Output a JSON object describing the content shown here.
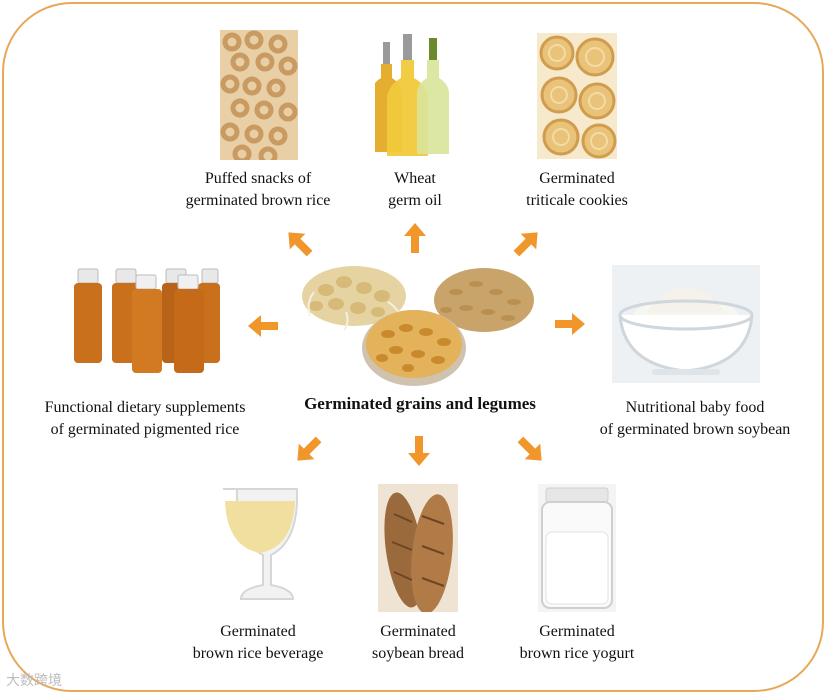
{
  "center": {
    "title": "Germinated grains and legumes"
  },
  "products": [
    {
      "line1": "Puffed snacks of",
      "line2": "germinated brown rice"
    },
    {
      "line1": "Wheat",
      "line2": "germ oil"
    },
    {
      "line1": "Germinated",
      "line2": "triticale cookies"
    },
    {
      "line1": "Functional dietary supplements",
      "line2": "of germinated pigmented rice"
    },
    {
      "line1": "Nutritional baby food",
      "line2": "of germinated brown soybean"
    },
    {
      "line1": "Germinated",
      "line2": "brown rice beverage"
    },
    {
      "line1": "Germinated",
      "line2": "soybean bread"
    },
    {
      "line1": "Germinated",
      "line2": "brown rice yogurt"
    }
  ],
  "watermark": "大数跨境",
  "colors": {
    "frame": "#e8a85a",
    "arrow": "#f0962a"
  }
}
